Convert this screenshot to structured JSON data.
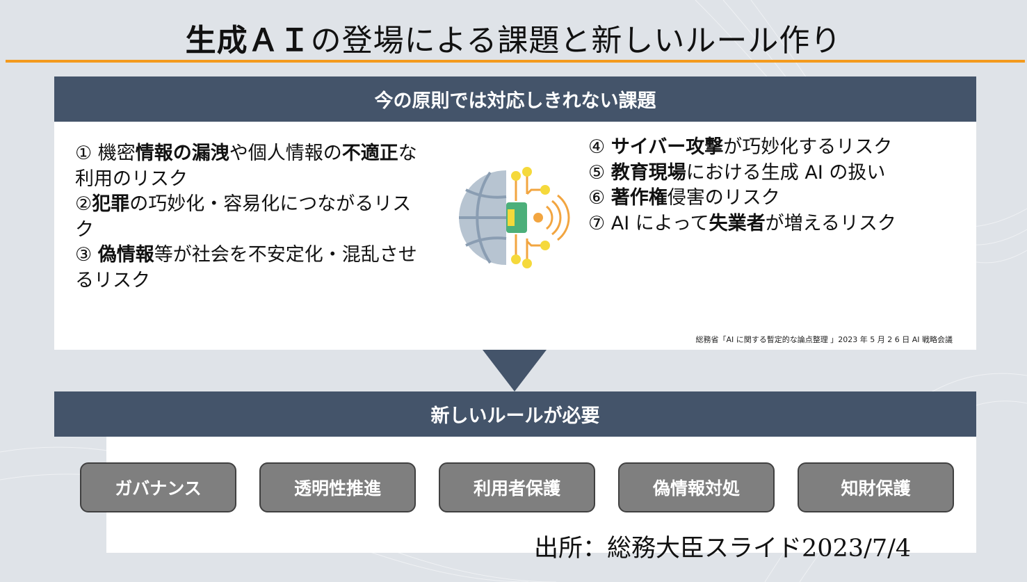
{
  "title": {
    "bold": "生成ＡＩ",
    "normal": "の登場による課題と新しいルール作り"
  },
  "issues_header": "今の原則では対応しきれない課題",
  "left_items": [
    [
      {
        "t": "① 機密",
        "b": false
      },
      {
        "t": "情報の漏洩",
        "b": true
      },
      {
        "t": "や個人情報の",
        "b": false
      },
      {
        "t": "不適正",
        "b": true
      },
      {
        "t": "な利用のリスク",
        "b": false
      }
    ],
    [
      {
        "t": "②",
        "b": false
      },
      {
        "t": "犯罪",
        "b": true
      },
      {
        "t": "の巧妙化・容易化につながるリスク",
        "b": false
      }
    ],
    [
      {
        "t": "③ ",
        "b": false
      },
      {
        "t": "偽情報",
        "b": true
      },
      {
        "t": "等が社会を不安定化・混乱させるリスク",
        "b": false
      }
    ]
  ],
  "right_items": [
    [
      {
        "t": "④ ",
        "b": false
      },
      {
        "t": "サイバー攻撃",
        "b": true
      },
      {
        "t": "が巧妙化するリスク",
        "b": false
      }
    ],
    [
      {
        "t": "⑤ ",
        "b": false
      },
      {
        "t": "教育現場",
        "b": true
      },
      {
        "t": "における生成 AI の扱い",
        "b": false
      }
    ],
    [
      {
        "t": "⑥ ",
        "b": false
      },
      {
        "t": "著作権",
        "b": true
      },
      {
        "t": "侵害のリスク",
        "b": false
      }
    ],
    [
      {
        "t": "⑦ AI によって",
        "b": false
      },
      {
        "t": "失業者",
        "b": true
      },
      {
        "t": "が増えるリスク",
        "b": false
      }
    ]
  ],
  "source_note": "総務省「AI に関する暫定的な論点整理 」2023 年 5 月 2 6 日 AI 戦略会議",
  "rules_header": "新しいルールが必要",
  "buttons": [
    "ガバナンス",
    "透明性推進",
    "利用者保護",
    "偽情報対処",
    "知財保護"
  ],
  "citation": "出所：総務大臣スライド2023/7/4",
  "colors": {
    "accent": "#f39a1e",
    "header": "#44546a",
    "button": "#7f7f7f"
  },
  "icon": "globe-chip-signal-icon"
}
